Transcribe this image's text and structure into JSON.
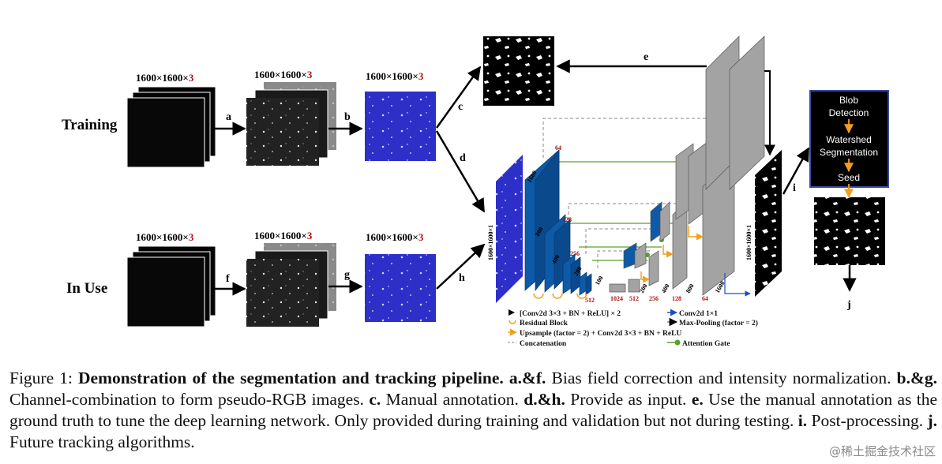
{
  "figure": {
    "rows": {
      "training": "Training",
      "in_use": "In Use"
    },
    "dims_label": "1600×1600×",
    "dims_channel": "3",
    "stage_letters": {
      "a": "a",
      "b": "b",
      "c": "c",
      "d": "d",
      "e": "e",
      "f": "f",
      "g": "g",
      "h": "h",
      "i": "i",
      "j": "j"
    },
    "unet": {
      "input_label": "1600×1600×1",
      "output_label": "1600×1600×1",
      "enc_sizes": [
        "1600",
        "800",
        "400",
        "200",
        "100"
      ],
      "enc_channels": [
        "64",
        "128",
        "256",
        "512",
        "1024"
      ],
      "dec_sizes": [
        "200",
        "400",
        "800",
        "1600"
      ],
      "dec_channels": [
        "512",
        "256",
        "128",
        "64"
      ]
    },
    "legend": {
      "conv": "[Conv2d 3×3 + BN + ReLU] × 2",
      "conv1": "Conv2d 1×1",
      "residual": "Residual Block",
      "maxpool": "Max-Pooling (factor = 2)",
      "upsample": "Upsample (factor = 2) + Conv2d 3×3 + BN + ReLU",
      "concat": "Concatenation",
      "attention": "Attention Gate"
    },
    "post": {
      "blob": [
        "Blob",
        "Detection"
      ],
      "watershed": [
        "Watershed",
        "Segmentation"
      ],
      "seed": "Seed"
    },
    "colors": {
      "unet_blue": "#0d5aa8",
      "deep_blue": "#2e2ec9",
      "grey": "#a3a3a3",
      "accent_red": "#b01010",
      "skip_green": "#5aa02c",
      "upsample_orange": "#f0a020",
      "box_border": "#3a4aa0"
    }
  },
  "caption": {
    "label": "Figure 1:",
    "title": "Demonstration of the segmentation and tracking pipeline.",
    "af_key": "a.&f.",
    "af": "Bias field correction and intensity normalization.",
    "bg_key": "b.&g.",
    "bg": "Channel-combination to form pseudo-RGB images.",
    "c_key": "c.",
    "c": "Manual annotation.",
    "dh_key": "d.&h.",
    "dh": "Provide as input.",
    "e_key": "e.",
    "e": "Use the manual annotation as the ground truth to tune the deep learning network. Only provided during training and validation but not during testing.",
    "i_key": "i.",
    "i": "Post-processing.",
    "j_key": "j.",
    "j": "Future tracking algorithms."
  },
  "watermark": "@稀土掘金技术社区"
}
